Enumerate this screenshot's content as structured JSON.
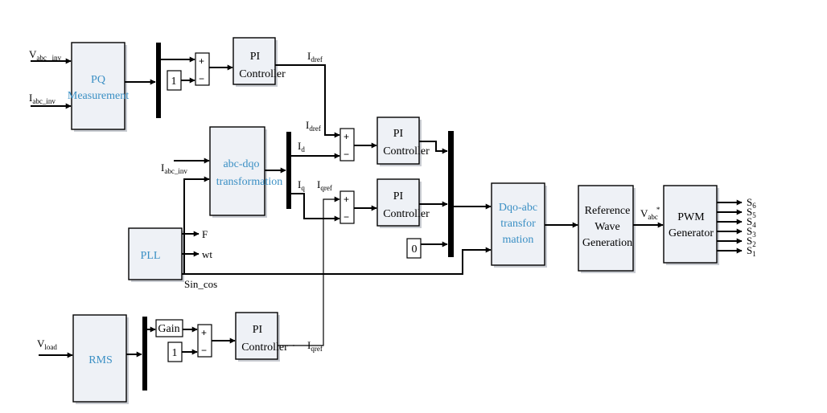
{
  "blocks": {
    "pq": [
      "PQ",
      "Measurement"
    ],
    "abc_dqo": [
      "abc-dqo",
      "transformation"
    ],
    "pll": [
      "PLL"
    ],
    "rms": [
      "RMS"
    ],
    "pi_top": [
      "PI",
      "Controller"
    ],
    "pi_d": [
      "PI",
      "Controller"
    ],
    "pi_q": [
      "PI",
      "Controller"
    ],
    "pi_bottom": [
      "PI",
      "Controller"
    ],
    "dqo_abc": [
      "Dqo-abc",
      "transfor",
      "mation"
    ],
    "ref_wave": [
      "Reference",
      "Wave",
      "Generation"
    ],
    "pwm": [
      "PWM",
      "Generator"
    ]
  },
  "constants": {
    "top": "1",
    "mux_zero": "0",
    "bottom": "1"
  },
  "gain": "Gain",
  "signals": {
    "v_abc_inv": {
      "base": "V",
      "sub": "abc _inv"
    },
    "i_abc_inv_pq": {
      "base": "I",
      "sub": "abc_inv"
    },
    "i_abc_inv": {
      "base": "I",
      "sub": "abc_inv"
    },
    "v_load": {
      "base": "V",
      "sub": "load"
    },
    "i_dref_out": {
      "base": "I",
      "sub": "dref"
    },
    "i_dref_in": {
      "base": "I",
      "sub": "dref"
    },
    "i_d": {
      "base": "I",
      "sub": "d"
    },
    "i_q": {
      "base": "I",
      "sub": "q"
    },
    "i_qref_in": {
      "base": "I",
      "sub": "qref"
    },
    "i_qref_out": {
      "base": "I",
      "sub": "qref"
    },
    "v_abc_star": {
      "base": "V",
      "sub": "abc",
      "sup": "*"
    },
    "f": "F",
    "wt": "wt",
    "sin_cos": "Sin_cos"
  },
  "switches": [
    {
      "base": "S",
      "sub": "6"
    },
    {
      "base": "S",
      "sub": "5"
    },
    {
      "base": "S",
      "sub": "4"
    },
    {
      "base": "S",
      "sub": "3"
    },
    {
      "base": "S",
      "sub": "2"
    },
    {
      "base": "S",
      "sub": "1"
    }
  ],
  "sum_signs": {
    "plus": "+",
    "minus": "−"
  }
}
